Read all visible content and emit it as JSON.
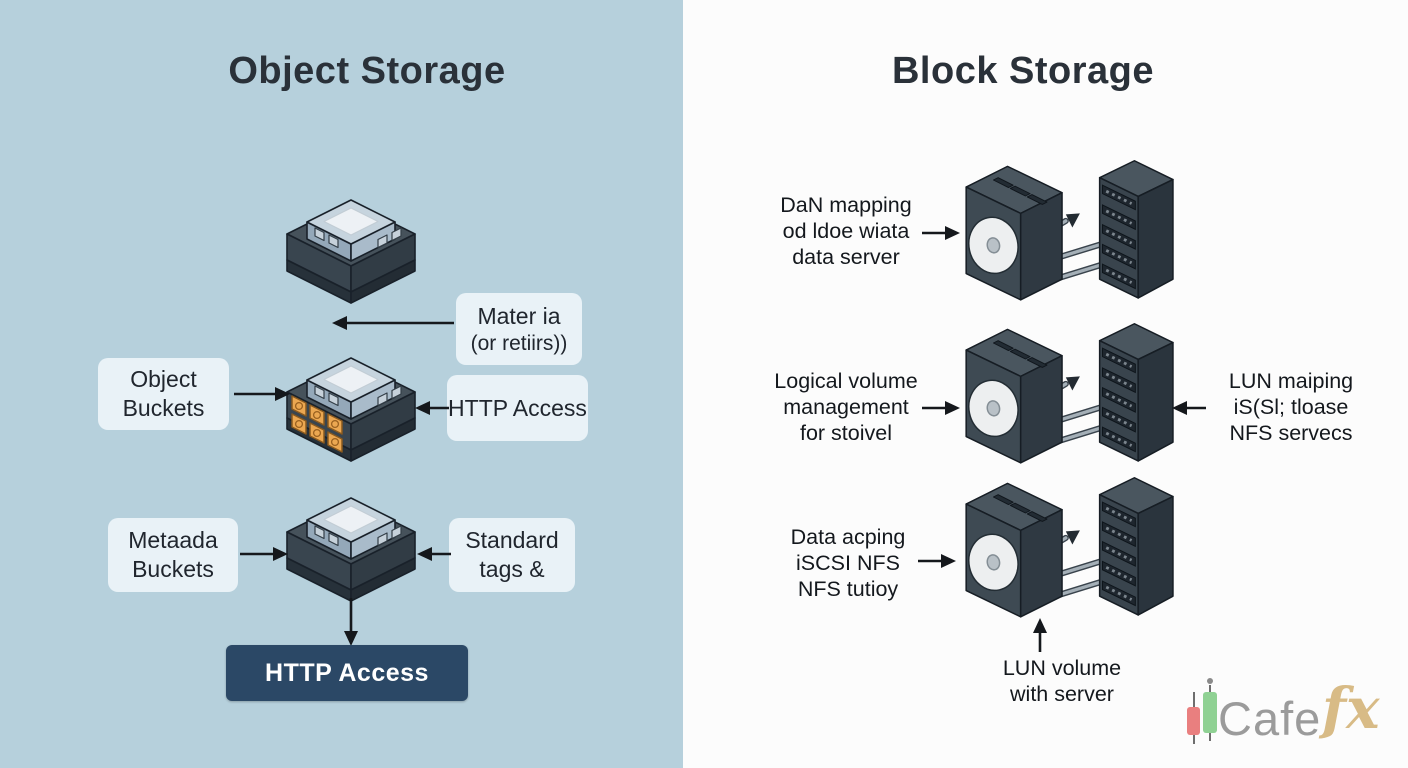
{
  "left_panel": {
    "title": "Object Storage",
    "callouts": {
      "metadata_note": {
        "line1": "Mater ia",
        "line2": "(or retiirs))"
      },
      "object_buckets": {
        "line1": "Object",
        "line2": "Buckets"
      },
      "http_access_label": "HTTP Access",
      "metadata_buckets": {
        "line1": "Metaada",
        "line2": "Buckets"
      },
      "standard_tags": {
        "line1": "Standard",
        "line2": "tags &"
      }
    },
    "button": {
      "label": "HTTP Access"
    }
  },
  "right_panel": {
    "title": "Block Storage",
    "row1": {
      "label": {
        "line1": "DaN mapping",
        "line2": "od ldoe wiata",
        "line3": "data server"
      }
    },
    "row2": {
      "label": {
        "line1": "Logical volume",
        "line2": "management",
        "line3": "for stoivel"
      },
      "right_label": {
        "line1": "LUN maiping",
        "line2": "iS(Sl; tloase",
        "line3": "NFS servecs"
      }
    },
    "row3": {
      "label": {
        "line1": "Data acping",
        "line2": "iSCSI NFS",
        "line3": "NFS tutioy"
      }
    },
    "bottom_label": {
      "line1": "LUN volume",
      "line2": "with server"
    }
  },
  "logo": {
    "wordmark": "Cafe",
    "accent": "fx"
  },
  "colors": {
    "left_background": "#b6d0dc",
    "right_background": "#fcfcfc",
    "cube_body": "#39454f",
    "cube_lid": "#c6d4de",
    "bucket_orange": "#eba751",
    "callout_background": "#e9f2f7",
    "button_background": "#2b4866",
    "button_text": "#ffffff",
    "arrow_color": "#15181c",
    "logo_red": "#e97f7f",
    "logo_green": "#8fd193",
    "logo_gold": "#d8bb86",
    "logo_gray": "#9b9b9b"
  }
}
